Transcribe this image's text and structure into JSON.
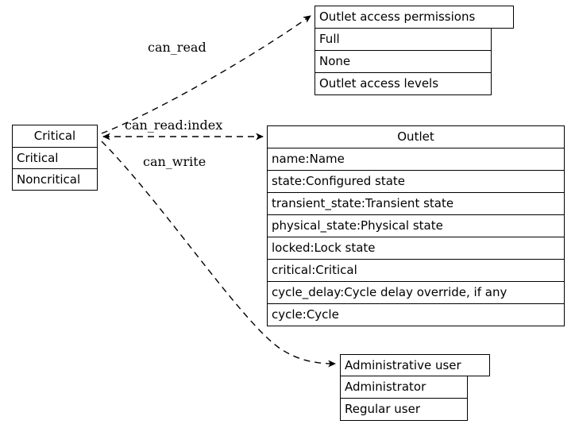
{
  "diagram": {
    "type": "uml-class-diagram",
    "background": "#ffffff",
    "line_color": "#000000",
    "nodes": [
      {
        "id": "critical",
        "title": "Critical",
        "title_align": "center",
        "rows": [
          "Critical",
          "Noncritical"
        ]
      },
      {
        "id": "outlet_access_permissions",
        "title": "Outlet access permissions",
        "title_align": "left",
        "rows": [
          "Full",
          "None",
          "Outlet access levels"
        ]
      },
      {
        "id": "outlet",
        "title": "Outlet",
        "title_align": "center",
        "rows": [
          "name:Name",
          "state:Configured state",
          "transient_state:Transient state",
          "physical_state:Physical state",
          "locked:Lock state",
          "critical:Critical",
          "cycle_delay:Cycle delay override, if any",
          "cycle:Cycle"
        ]
      },
      {
        "id": "administrative_user",
        "title": "Administrative user",
        "title_align": "left",
        "rows": [
          "Administrator",
          "Regular user"
        ]
      }
    ],
    "edges": [
      {
        "id": "can_read",
        "label": "can_read",
        "from": "critical",
        "to": "outlet_access_permissions",
        "style": "dashed",
        "arrow": "single"
      },
      {
        "id": "can_read_index",
        "label": "can_read:index",
        "from": "critical",
        "to": "outlet",
        "style": "dashed",
        "arrow": "double"
      },
      {
        "id": "can_write",
        "label": "can_write",
        "from": "critical",
        "to": "administrative_user",
        "style": "dashed",
        "arrow": "single"
      }
    ]
  }
}
